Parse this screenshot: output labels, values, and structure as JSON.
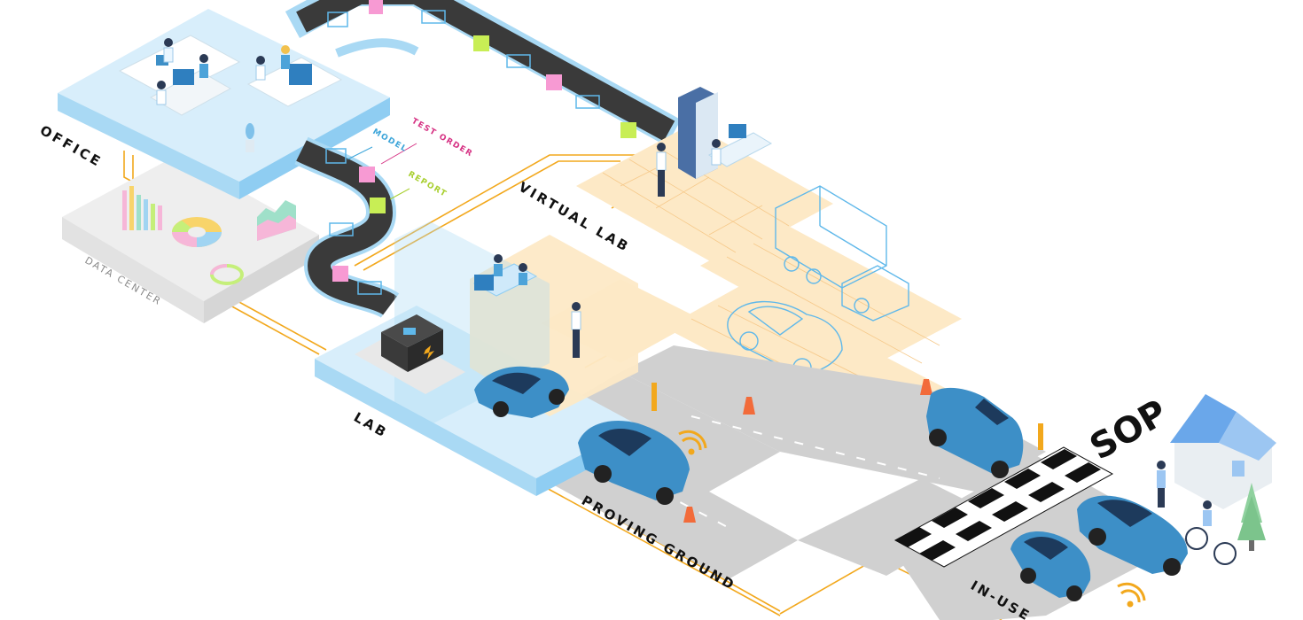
{
  "labels": {
    "office": "OFFICE",
    "data_center": "DATA CENTER",
    "lab": "LAB",
    "virtual_lab": "VIRTUAL LAB",
    "proving_ground": "PROVING GROUND",
    "in_use": "IN-USE",
    "sop": "SOP",
    "model": "MODEL",
    "test_order": "TEST ORDER",
    "report": "REPORT"
  },
  "colors": {
    "platform_blue": "#cfe9fa",
    "platform_edge": "#8fcdf2",
    "virtual_floor": "#fde9c6",
    "wire": "#f2a81d",
    "road": "#d0d0d0",
    "conveyor": "#3a3a3a",
    "car": "#3d8fc7",
    "model_label": "#3da5d9",
    "test_order_label": "#d63384",
    "report_label": "#a8cf2f",
    "box_pink": "#f79ad3",
    "box_green": "#c8ee55"
  }
}
